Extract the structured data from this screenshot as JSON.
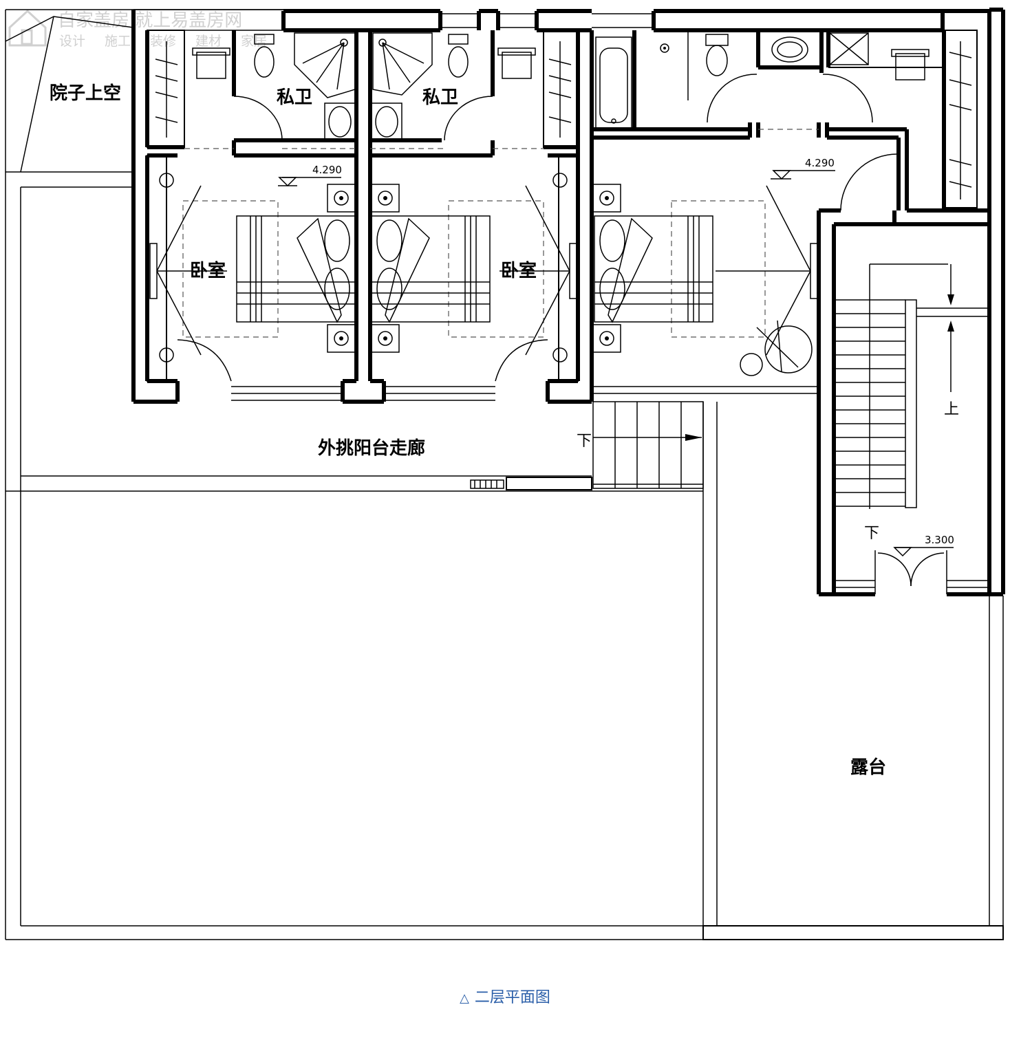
{
  "watermark": {
    "brand_line": "自家盖房 就上易盖房网",
    "tags": [
      "设计",
      "施工",
      "装修",
      "建材",
      "家居"
    ]
  },
  "rooms": {
    "courtyard_void": "院子上空",
    "bathroom_1": "私卫",
    "bathroom_2": "私卫",
    "bedroom_1": "卧室",
    "bedroom_2": "卧室",
    "balcony_corridor": "外挑阳台走廊",
    "terrace": "露台"
  },
  "levels": {
    "left": "4.290",
    "right": "4.290",
    "stair": "3.300"
  },
  "stairs": {
    "down_balcony": "下",
    "up": "上",
    "down": "下"
  },
  "caption": {
    "symbol": "△",
    "text": "二层平面图"
  },
  "colors": {
    "walls": "#000000",
    "caption": "#2a5ea8",
    "watermark": "#d0d0d0"
  }
}
